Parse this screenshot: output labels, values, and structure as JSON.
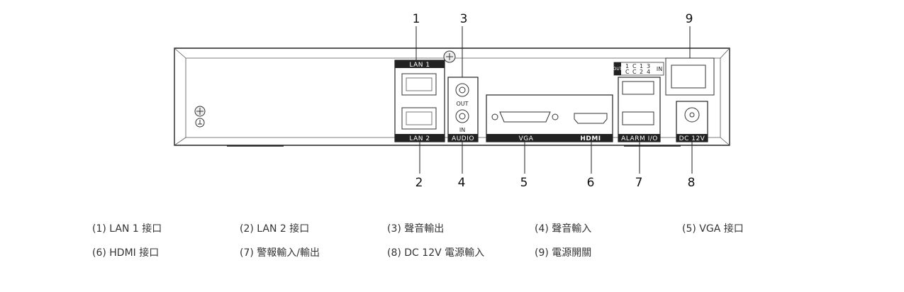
{
  "panel": {
    "port_labels": {
      "lan1": "LAN 1",
      "lan2": "LAN 2",
      "audio_out": "OUT",
      "audio_in": "IN",
      "audio": "AUDIO",
      "vga": "VGA",
      "hdmi": "HDMI",
      "alarm": "ALARM I/O",
      "dc": "DC 12V",
      "io_out": "OUT",
      "io_in": "IN",
      "io_top": [
        "1",
        "C",
        "1",
        "3"
      ],
      "io_bottom": [
        "C",
        "C",
        "2",
        "4"
      ]
    },
    "callouts": [
      "1",
      "2",
      "3",
      "4",
      "5",
      "6",
      "7",
      "8",
      "9"
    ]
  },
  "legend": [
    "(1) LAN 1 接口",
    "(2) LAN 2 接口",
    "(3) 聲音輸出",
    "(4) 聲音輸入",
    "(5) VGA 接口",
    "(6) HDMI 接口",
    "(7) 警報輸入/輸出",
    "(8) DC 12V 電源輸入",
    "(9) 電源開關"
  ]
}
